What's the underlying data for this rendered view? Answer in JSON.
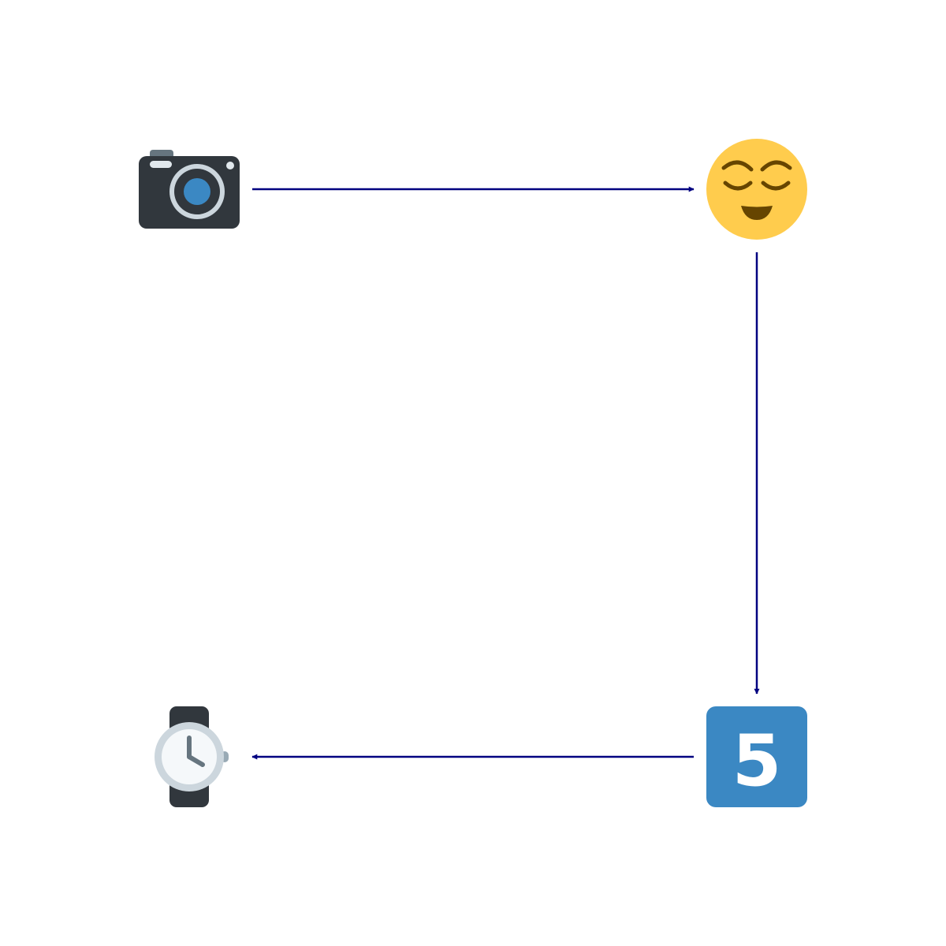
{
  "diagram": {
    "background": "#ffffff",
    "edge_color": "#000080",
    "nodes": [
      {
        "id": "camera",
        "icon": "camera-icon"
      },
      {
        "id": "relieved-face",
        "icon": "relieved-face-icon"
      },
      {
        "id": "keycap-5",
        "icon": "keycap-5-icon",
        "label": "5"
      },
      {
        "id": "watch",
        "icon": "watch-icon"
      }
    ],
    "edges": [
      {
        "from": "camera",
        "to": "relieved-face"
      },
      {
        "from": "relieved-face",
        "to": "keycap-5"
      },
      {
        "from": "keycap-5",
        "to": "watch"
      }
    ],
    "colors": {
      "camera_body": "#31373d",
      "camera_lens": "#3b88c3",
      "face": "#ffcc4d",
      "face_features": "#664500",
      "keycap": "#3b88c3",
      "watch_strap": "#31373d",
      "watch_face": "#ccd6dd"
    }
  }
}
